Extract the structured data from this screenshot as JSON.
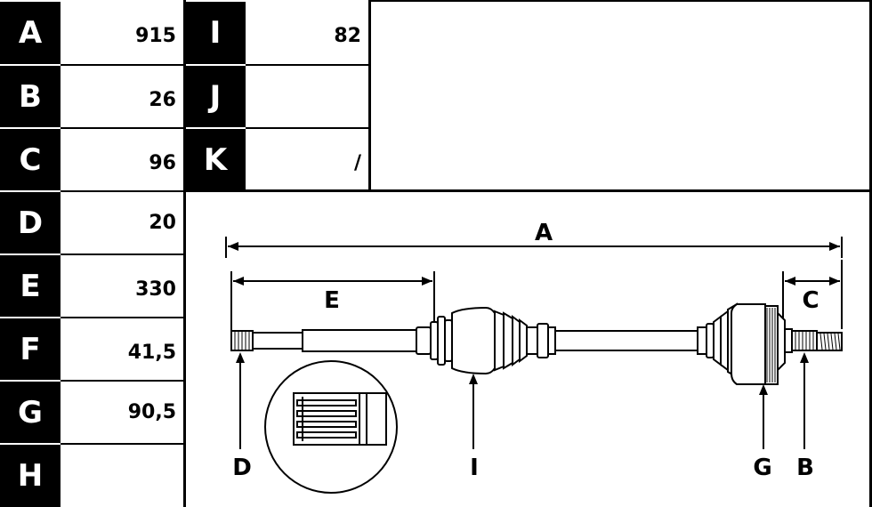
{
  "left_table": [
    {
      "key": "A",
      "value": "915"
    },
    {
      "key": "B",
      "value": "26"
    },
    {
      "key": "C",
      "value": "96"
    },
    {
      "key": "D",
      "value": "20"
    },
    {
      "key": "E",
      "value": "330"
    },
    {
      "key": "F",
      "value": "41,5"
    },
    {
      "key": "G",
      "value": "90,5"
    },
    {
      "key": "H",
      "value": ""
    }
  ],
  "right_table": [
    {
      "key": "I",
      "value": "82"
    },
    {
      "key": "J",
      "value": ""
    },
    {
      "key": "K",
      "value": "/"
    }
  ],
  "drawing_labels": {
    "A": "A",
    "E": "E",
    "C": "C",
    "D": "D",
    "I": "I",
    "G": "G",
    "B": "B"
  }
}
